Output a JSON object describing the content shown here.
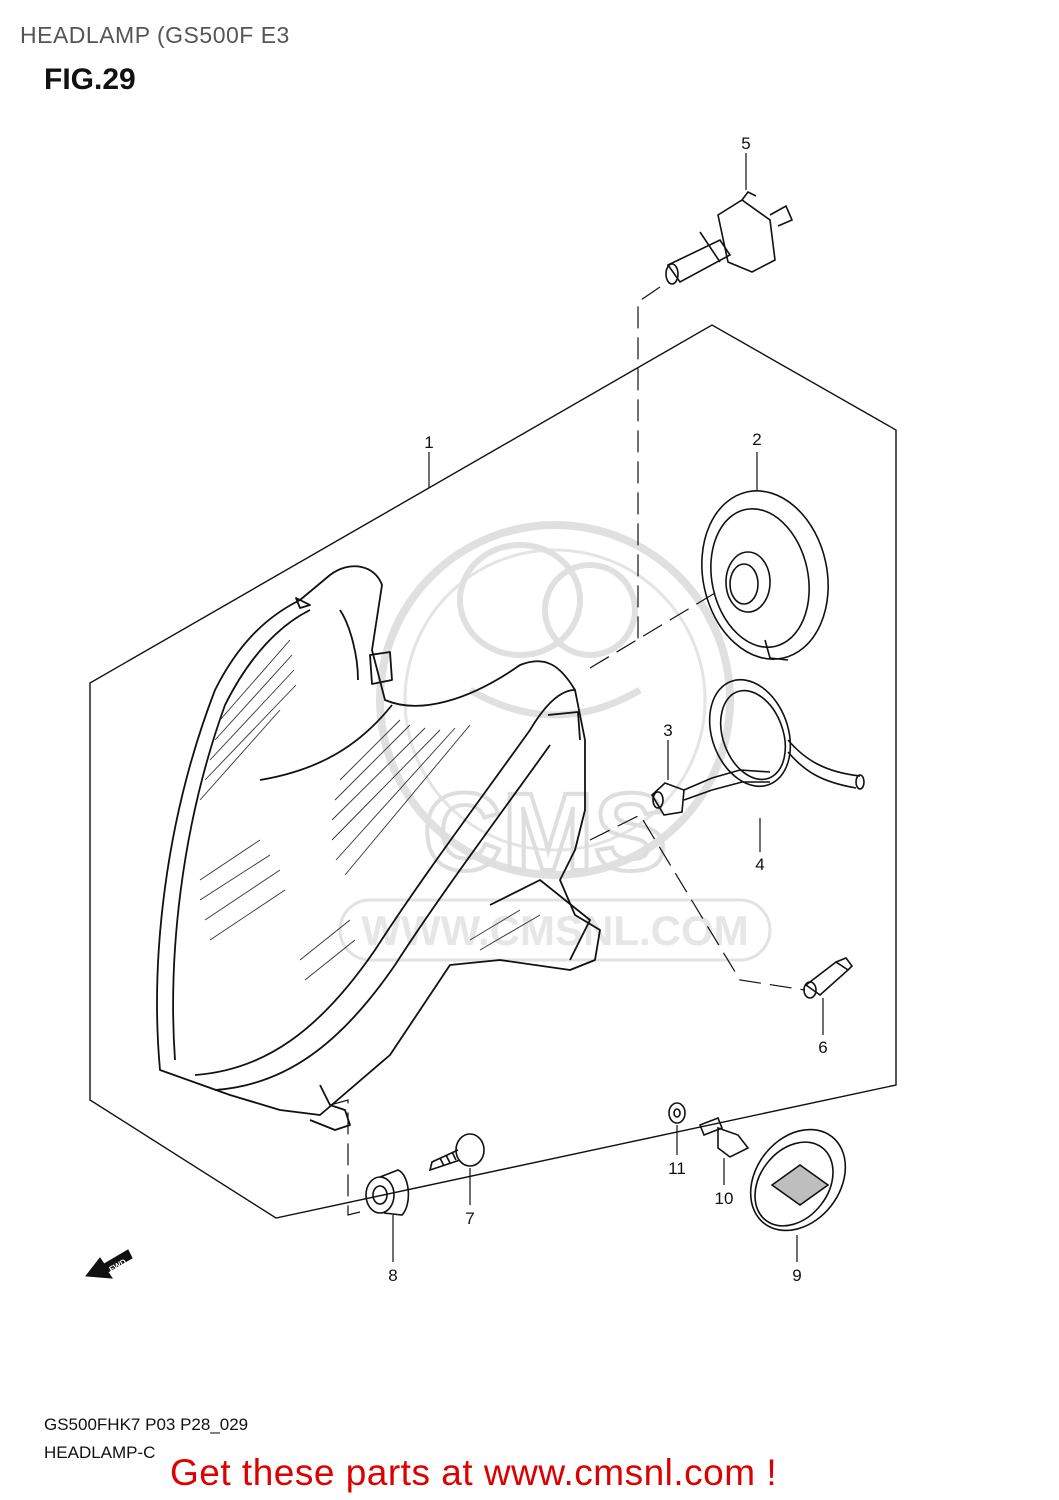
{
  "header": {
    "title": "HEADLAMP (GS500F E3",
    "figure": "FIG.29"
  },
  "callouts": {
    "p1": "1",
    "p2": "2",
    "p3": "3",
    "p4": "4",
    "p5": "5",
    "p6": "6",
    "p7": "7",
    "p8": "8",
    "p9": "9",
    "p10": "10",
    "p11": "11"
  },
  "fwd_arrow_text": "FWD",
  "watermark_text": "WWW.CMSNL.COM",
  "footer": {
    "code": "GS500FHK7 P03 P28_029",
    "name": "HEADLAMP-C",
    "promo": "Get these parts at www.cmsnl.com !"
  },
  "colors": {
    "line": "#111111",
    "watermark": "#bbbbbb",
    "promo": "#dd0000"
  }
}
